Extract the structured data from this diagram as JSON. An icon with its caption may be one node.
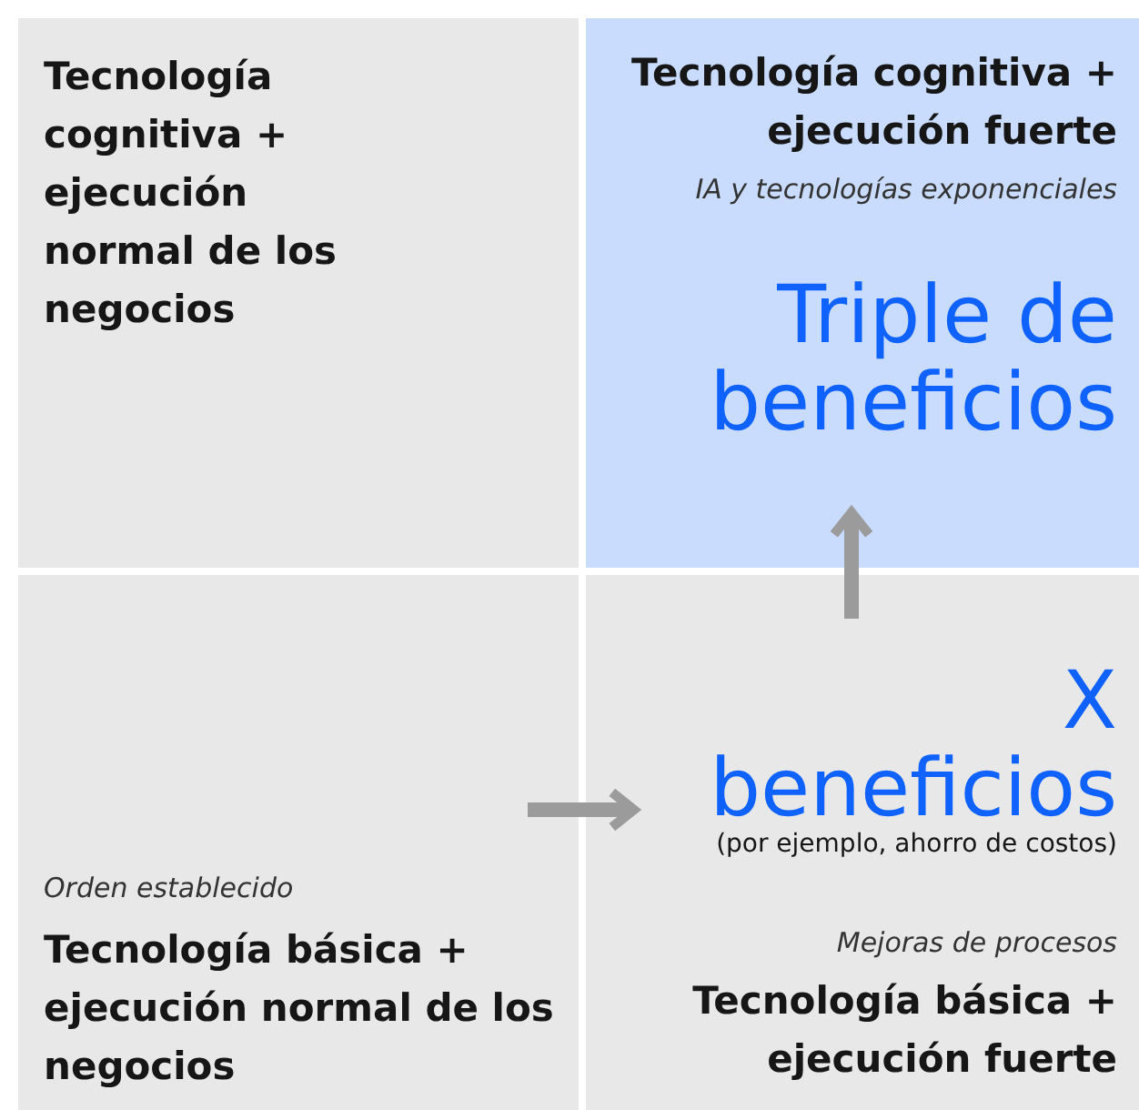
{
  "diagram": {
    "nodes": [
      {
        "text": [
          "Tecnología cognitiva + ejecución normal de los negocios"
        ]
      },
      {
        "text": [
          "Tecnología cognitiva + ejecución fuerte",
          "IA y tecnologías exponenciales",
          "Triple de beneficios"
        ]
      },
      {
        "text": [
          "Orden establecido",
          "Tecnología básica + ejecución normal de los negocios"
        ]
      },
      {
        "text": [
          "X beneficios",
          "(por ejemplo, ahorro de costos)",
          "Mejoras de procesos",
          "Tecnología básica + ejecución fuerte"
        ]
      }
    ],
    "edges": [
      {
        "from": 2,
        "to": 3,
        "arrow": "to"
      },
      {
        "from": 3,
        "to": 1,
        "arrow": "to"
      }
    ]
  }
}
